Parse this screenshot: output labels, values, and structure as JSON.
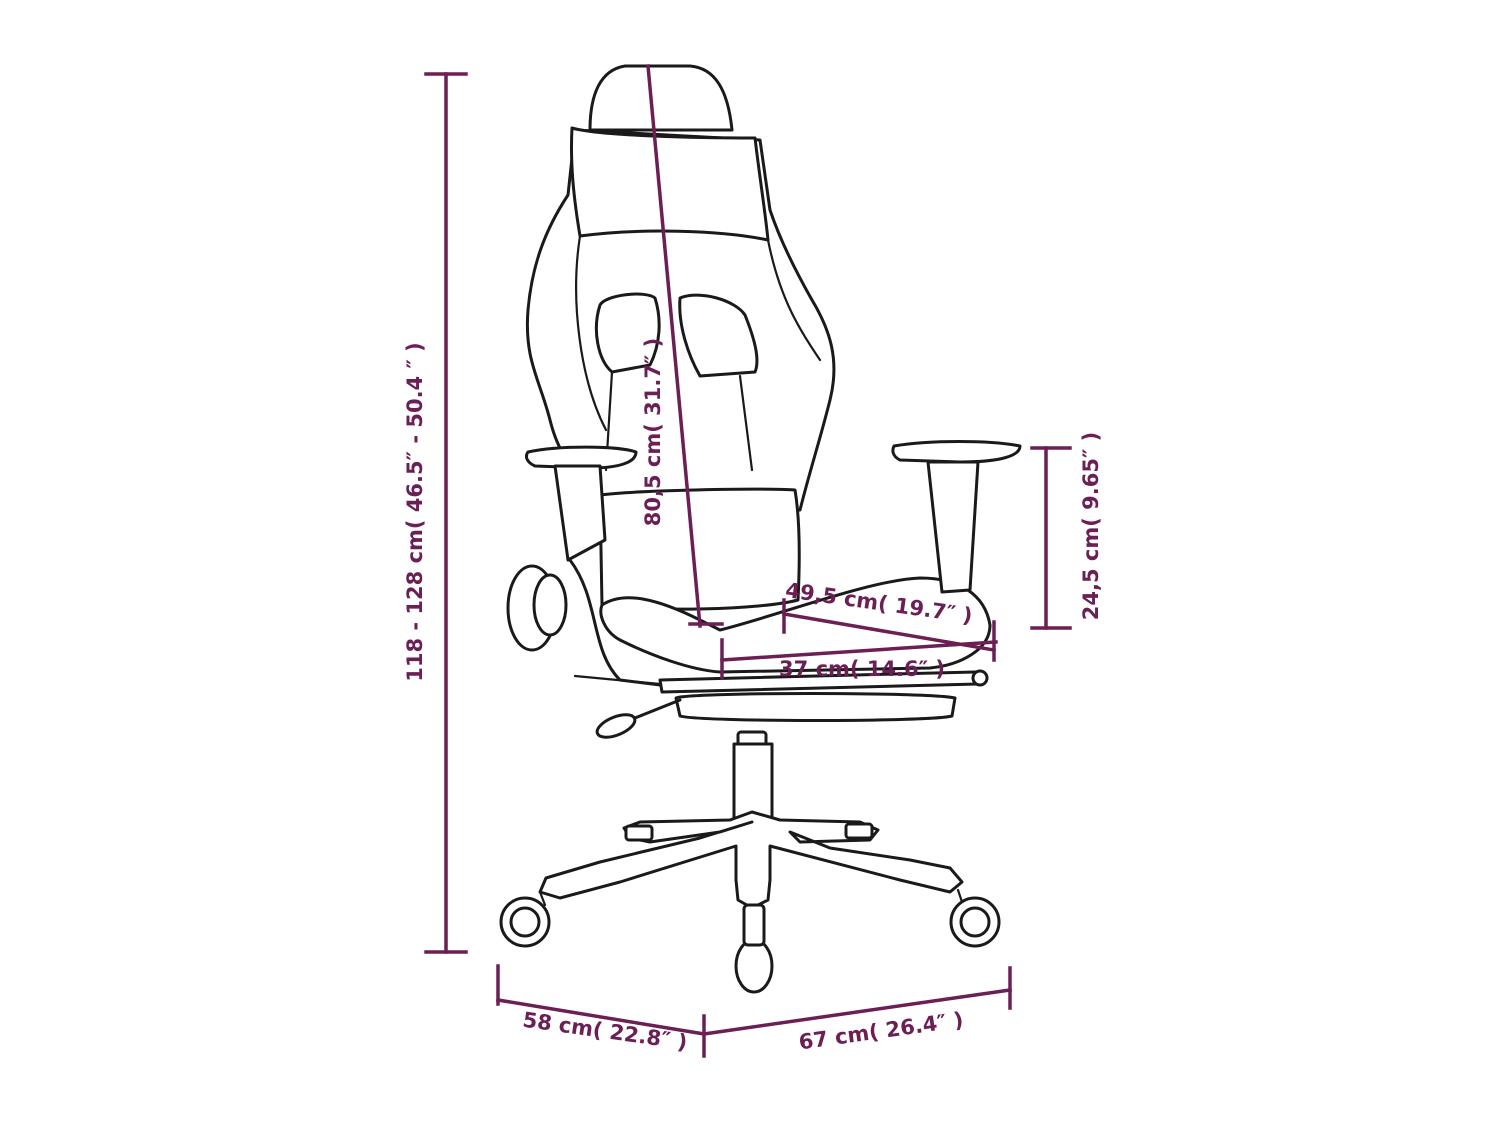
{
  "colors": {
    "dimension": "#6b1f54",
    "outline": "#1a1a1a",
    "background": "#ffffff"
  },
  "dimensions": {
    "total_height": "118 - 128 cm( 46.5″ - 50.4 ″ )",
    "backrest_height": "80,5 cm( 31.7″ )",
    "armrest_height": "24,5 cm( 9.65″ )",
    "seat_width": "49,5 cm( 19.7″ )",
    "seat_depth": "37 cm( 14.6″ )",
    "base_depth": "58 cm( 22.8″ )",
    "base_width": "67 cm( 26.4″ )"
  }
}
